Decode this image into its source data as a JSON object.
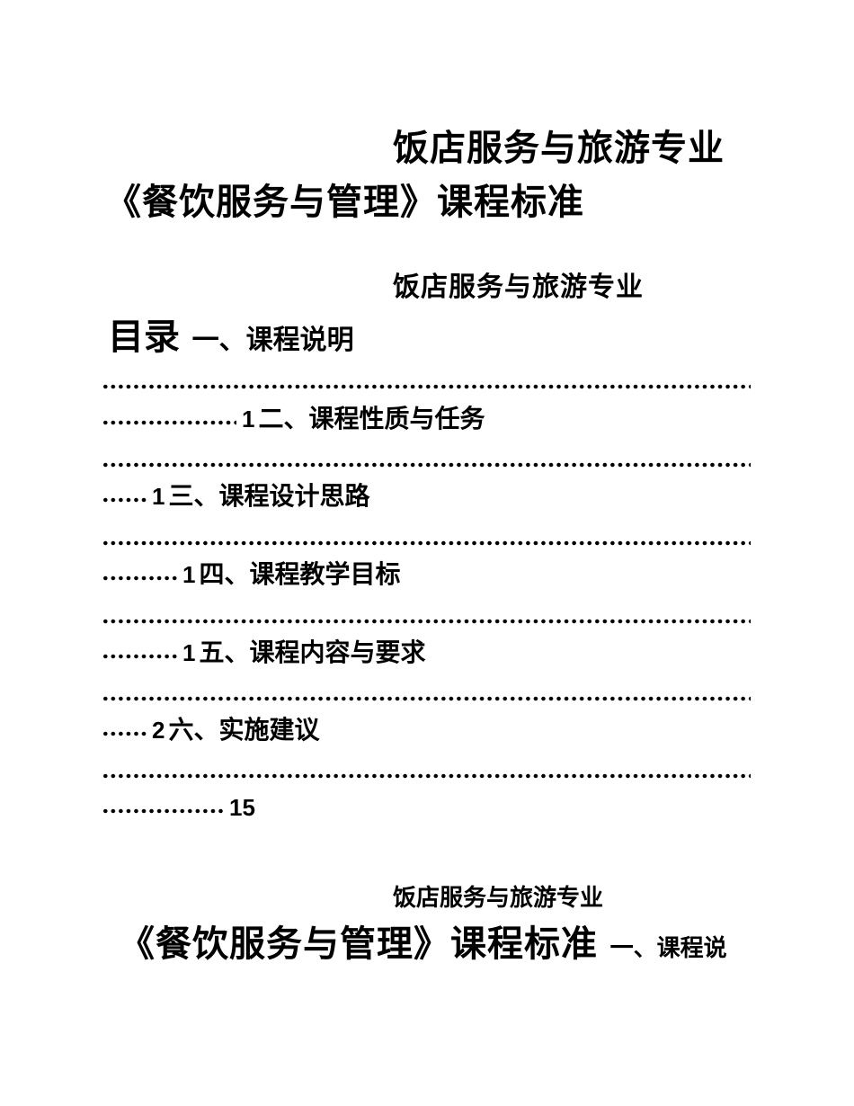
{
  "page": {
    "background": "#ffffff",
    "text_color": "#000000"
  },
  "cover": {
    "major": "饭店服务与旅游专业",
    "course_title": "《餐饮服务与管理》课程标准"
  },
  "toc_block": {
    "major": "饭店服务与旅游专业",
    "title": "目录",
    "first_heading": "一、课程说明",
    "entries": [
      {
        "leader_tail": "..................",
        "page": "1",
        "next_heading": "二、课程性质与任务"
      },
      {
        "leader_tail": "......",
        "page": "1",
        "next_heading": "三、课程设计思路"
      },
      {
        "leader_tail": "..........",
        "page": "1",
        "next_heading": "四、课程教学目标"
      },
      {
        "leader_tail": "..........",
        "page": "1",
        "next_heading": "五、课程内容与要求"
      },
      {
        "leader_tail": "......",
        "page": "2",
        "next_heading": "六、实施建议"
      },
      {
        "leader_tail": "................",
        "page": "15",
        "next_heading": ""
      }
    ]
  },
  "body_start": {
    "major": "饭店服务与旅游专业",
    "course_title": "《餐饮服务与管理》课程标准",
    "first_section": "一、课程说"
  }
}
